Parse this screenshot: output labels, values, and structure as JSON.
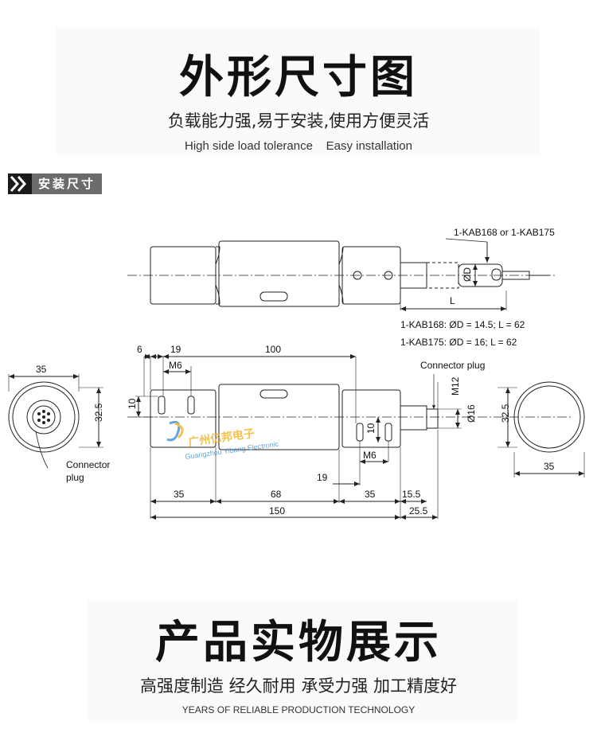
{
  "header": {
    "title": "外形尺寸图",
    "subtitle_cn": "负载能力强,易于安装,使用方便灵活",
    "subtitle_en": "High side load tolerance    Easy installation"
  },
  "section_tab": {
    "label": "安装尺寸",
    "icon": "double-chevron-icon"
  },
  "drawing": {
    "cable_label": "1-KAB168 or 1-KAB175",
    "dim_D": "ØD",
    "dim_L": "L",
    "spec1": "1-KAB168: ØD = 14.5; L = 62",
    "spec2": "1-KAB175: ØD = 16; L = 62",
    "connector_plug_right": "Connector plug",
    "connector_plug_left_1": "Connector",
    "connector_plug_left_2": "plug",
    "dims": {
      "d6": "6",
      "d19_top": "19",
      "d100": "100",
      "m6_top": "M6",
      "d10_left": "10",
      "m12": "M12",
      "d16": "Ø16",
      "d10_right": "10",
      "m6_bottom": "M6",
      "d19_bottom": "19",
      "d35_a": "35",
      "d68": "68",
      "d35_b": "35",
      "d15_5": "15.5",
      "d150": "150",
      "d25_5": "25.5",
      "left_35": "35",
      "left_32_5": "32.5",
      "right_32_5": "32.5",
      "right_35": "35"
    },
    "watermark_cn": "广州亿邦电子",
    "watermark_en": "Guangzhou Yibang Electronic"
  },
  "footer": {
    "title": "产品实物展示",
    "subtitle_cn": "高强度制造 经久耐用 承受力强 加工精度好",
    "subtitle_en": "YEARS OF RELIABLE PRODUCTION TECHNOLOGY"
  }
}
